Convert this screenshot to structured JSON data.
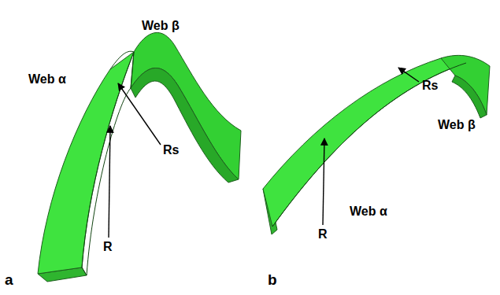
{
  "diagram": {
    "labels": [
      "Web α",
      "Web β",
      "R",
      "Rs",
      "a",
      "Web α",
      "Web β",
      "R",
      "Rs",
      "b"
    ]
  }
}
